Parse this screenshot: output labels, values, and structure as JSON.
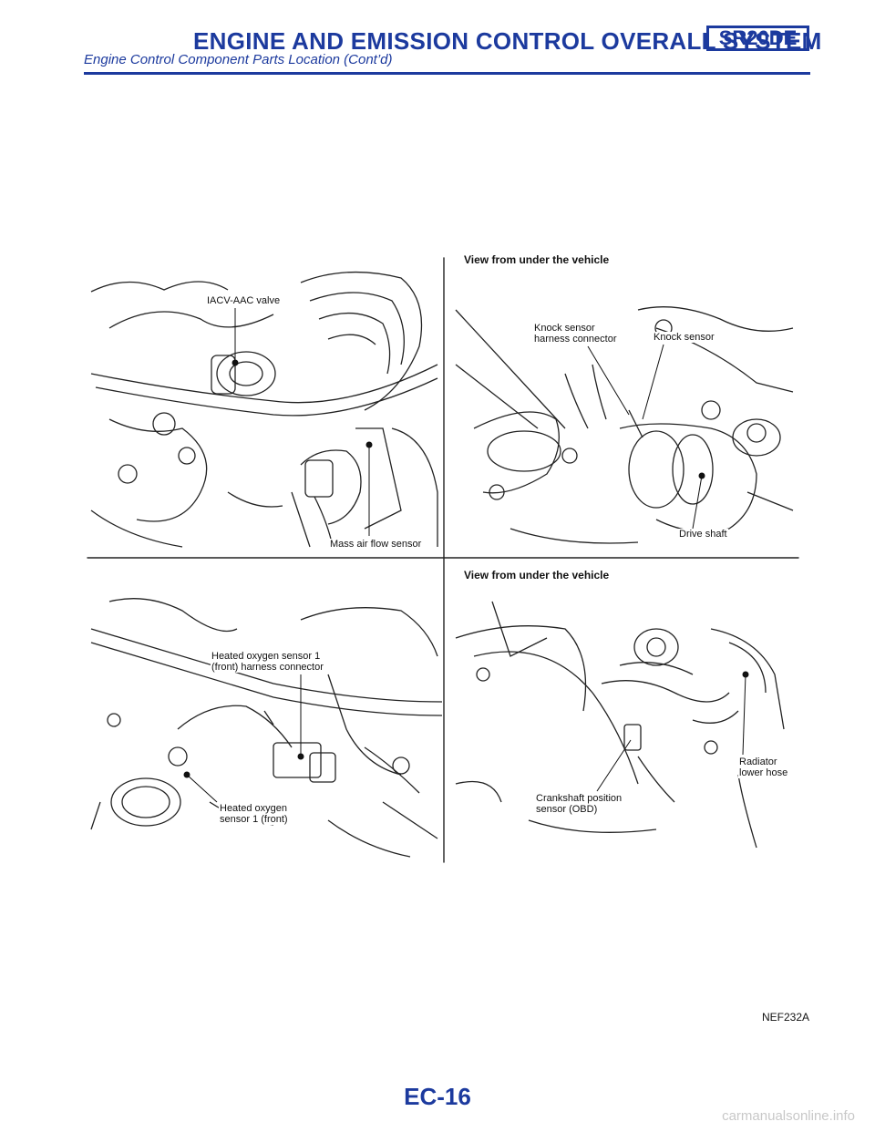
{
  "header": {
    "title": "ENGINE AND EMISSION CONTROL OVERALL SYSTEM",
    "code": "SR20DE",
    "subtitle": "Engine Control Component Parts Location (Cont’d)"
  },
  "panels": {
    "top_left": {
      "labels": [
        "IACV-AAC valve",
        "Mass air flow sensor"
      ]
    },
    "top_right": {
      "view": "View from under the vehicle",
      "labels": [
        "Knock sensor\nharness connector",
        "Knock sensor",
        "Drive shaft"
      ]
    },
    "bottom_left": {
      "labels": [
        "Heated oxygen sensor 1\n(front) harness connector",
        "Heated oxygen\nsensor 1 (front)"
      ]
    },
    "bottom_right": {
      "view": "View from under the vehicle",
      "labels": [
        "Crankshaft position\nsensor (OBD)",
        "Radiator\nlower hose"
      ]
    }
  },
  "figure_id": "NEF232A",
  "page_number": "EC-16",
  "watermark": "carmanualsonline.info",
  "colors": {
    "header_blue": "#1c3a9e"
  }
}
